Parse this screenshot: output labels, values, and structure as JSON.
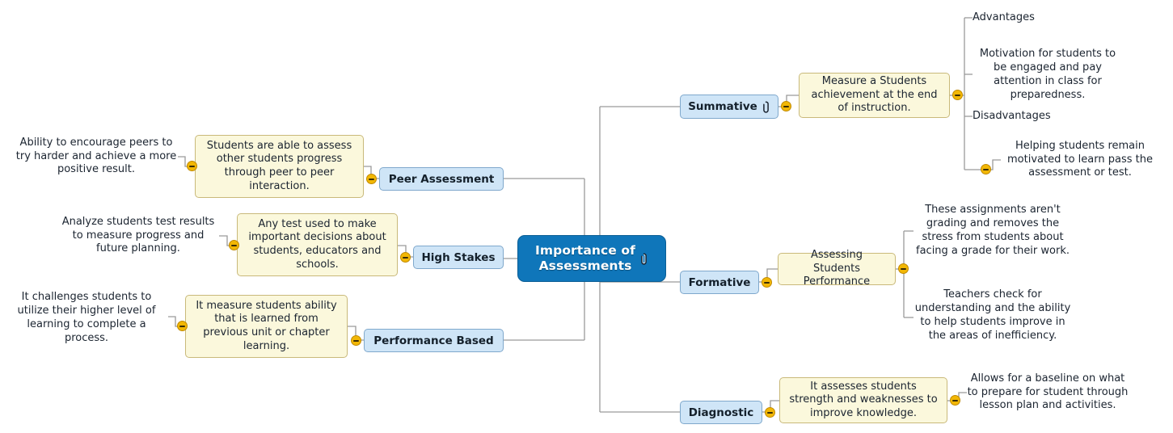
{
  "diagram": {
    "type": "mind-map",
    "title": "Importance of Assessments",
    "colors": {
      "central_fill": "#0f76ba",
      "central_text": "#ffffff",
      "branch_fill": "#cfe5f7",
      "branch_border": "#7fa8cc",
      "note_fill": "#fbf8dc",
      "note_border": "#c9b97a",
      "toggle_fill": "#f2b705",
      "line": "#9a9a9a",
      "text": "#1b2430",
      "background": "#ffffff"
    }
  },
  "central": {
    "label": "Importance of Assessments",
    "line1": "Importance of",
    "line2": "Assessments",
    "attachment_icon": "paperclip-icon"
  },
  "right_branches": [
    {
      "label": "Summative",
      "attachment_icon": "paperclip-icon",
      "note": "Measure a Students achievement at the end of instruction.",
      "children": [
        {
          "label": "Advantages",
          "children": [
            {
              "label": "Motivation for students to be engaged and pay attention in class for preparedness."
            }
          ]
        },
        {
          "label": "Disadvantages",
          "children": [
            {
              "label": "Helping students remain motivated to learn pass the assessment or test."
            }
          ]
        }
      ]
    },
    {
      "label": "Formative",
      "note": "Assessing Students Performance",
      "children": [
        {
          "label": "These assignments aren't grading and removes the stress from students about facing a grade for their work."
        },
        {
          "label": "Teachers check for understanding and the ability to help students improve in the areas of inefficiency."
        }
      ]
    },
    {
      "label": "Diagnostic",
      "note": "It assesses students strength and weaknesses to improve knowledge.",
      "children": [
        {
          "label": "Allows for a baseline on what to prepare for student through lesson plan and activities."
        }
      ]
    }
  ],
  "left_branches": [
    {
      "label": "Peer Assessment",
      "note": "Students are able to assess other students progress through peer to peer interaction.",
      "children": [
        {
          "label": "Ability to encourage peers to try harder and achieve a more positive result."
        }
      ]
    },
    {
      "label": "High Stakes",
      "note": "Any test used to make important decisions about students, educators and schools.",
      "children": [
        {
          "label": "Analyze students test results to measure progress and future planning."
        }
      ]
    },
    {
      "label": "Performance Based",
      "note": "It measure students ability that is learned from previous unit or chapter learning.",
      "children": [
        {
          "label": "It challenges students to utilize their higher level of learning to complete a process."
        }
      ]
    }
  ]
}
